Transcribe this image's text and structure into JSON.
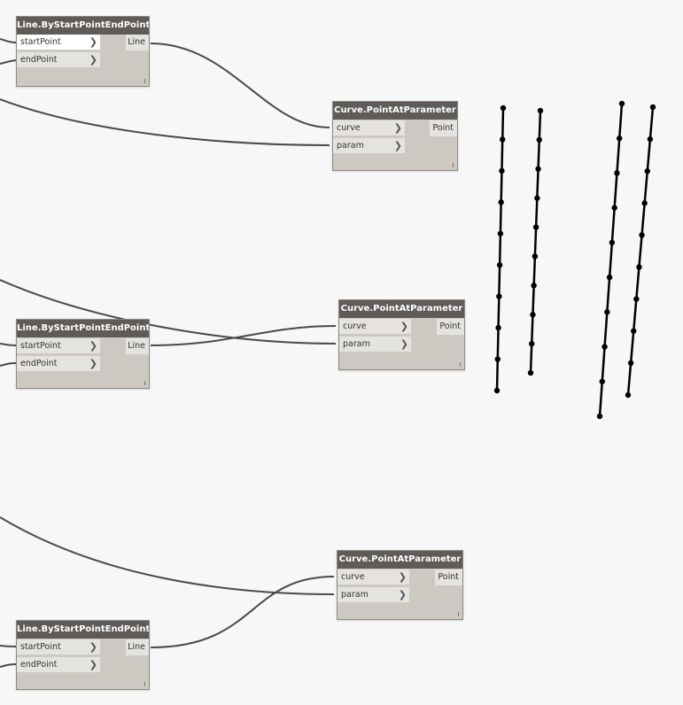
{
  "colors": {
    "canvas": "#f7f7f7",
    "node_header": "#5e5b58",
    "node_body": "#cdc9c2",
    "port_bg": "#e5e3df",
    "wire": "#4a4a4a",
    "geometry": "#000000"
  },
  "nodes": {
    "line1": {
      "title": "Line.ByStartPointEndPoint",
      "input1": "startPoint",
      "input2": "endPoint",
      "output": "Line"
    },
    "line2": {
      "title": "Line.ByStartPointEndPoint",
      "input1": "startPoint",
      "input2": "endPoint",
      "output": "Line"
    },
    "line3": {
      "title": "Line.ByStartPointEndPoint",
      "input1": "startPoint",
      "input2": "endPoint",
      "output": "Line"
    },
    "curve1": {
      "title": "Curve.PointAtParameter",
      "input1": "curve",
      "input2": "param",
      "output": "Point"
    },
    "curve2": {
      "title": "Curve.PointAtParameter",
      "input1": "curve",
      "input2": "param",
      "output": "Point"
    },
    "curve3": {
      "title": "Curve.PointAtParameter",
      "input1": "curve",
      "input2": "param",
      "output": "Point"
    }
  },
  "port_arrow": "❯",
  "resize_grip": "|"
}
